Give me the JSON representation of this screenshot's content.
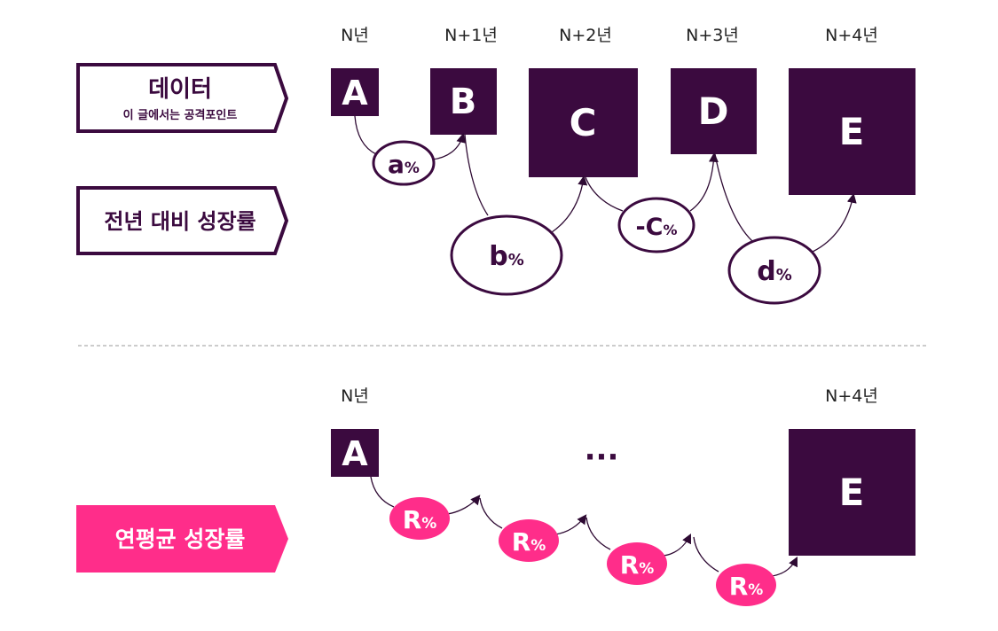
{
  "colors": {
    "dark": "#3b0a3f",
    "pink": "#ff2d8a",
    "line": "#2e0a33",
    "divider": "#9a9a9a",
    "white": "#ffffff"
  },
  "top": {
    "years": [
      "N년",
      "N+1년",
      "N+2년",
      "N+3년",
      "N+4년"
    ],
    "data_label": "데이터",
    "data_sublabel": "이 글에서는 공격포인트",
    "growth_label": "전년 대비 성장률",
    "boxes": [
      "A",
      "B",
      "C",
      "D",
      "E"
    ],
    "rates": [
      {
        "letter": "a",
        "unit": "%"
      },
      {
        "letter": "b",
        "unit": "%"
      },
      {
        "letter": "-C",
        "unit": "%"
      },
      {
        "letter": "d",
        "unit": "%"
      }
    ]
  },
  "bottom": {
    "years": [
      "N년",
      "N+4년"
    ],
    "cagr_label": "연평균 성장률",
    "boxes": [
      "A",
      "E"
    ],
    "ellipsis": "···",
    "rates": [
      {
        "letter": "R",
        "unit": "%"
      },
      {
        "letter": "R",
        "unit": "%"
      },
      {
        "letter": "R",
        "unit": "%"
      },
      {
        "letter": "R",
        "unit": "%"
      }
    ]
  }
}
